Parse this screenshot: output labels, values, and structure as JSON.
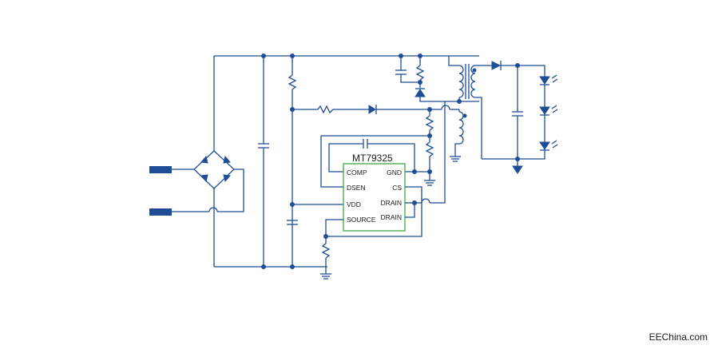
{
  "chip": {
    "name": "MT79325",
    "pins_left": [
      "COMP",
      "DSEN",
      "VDD",
      "SOURCE"
    ],
    "pins_right": [
      "GND",
      "CS",
      "DRAIN",
      "DRAIN"
    ]
  },
  "credit": "EEChina.com",
  "colors": {
    "wire": "#1f4e96",
    "chip_border": "#4caf50",
    "text": "#1a1a1a"
  }
}
